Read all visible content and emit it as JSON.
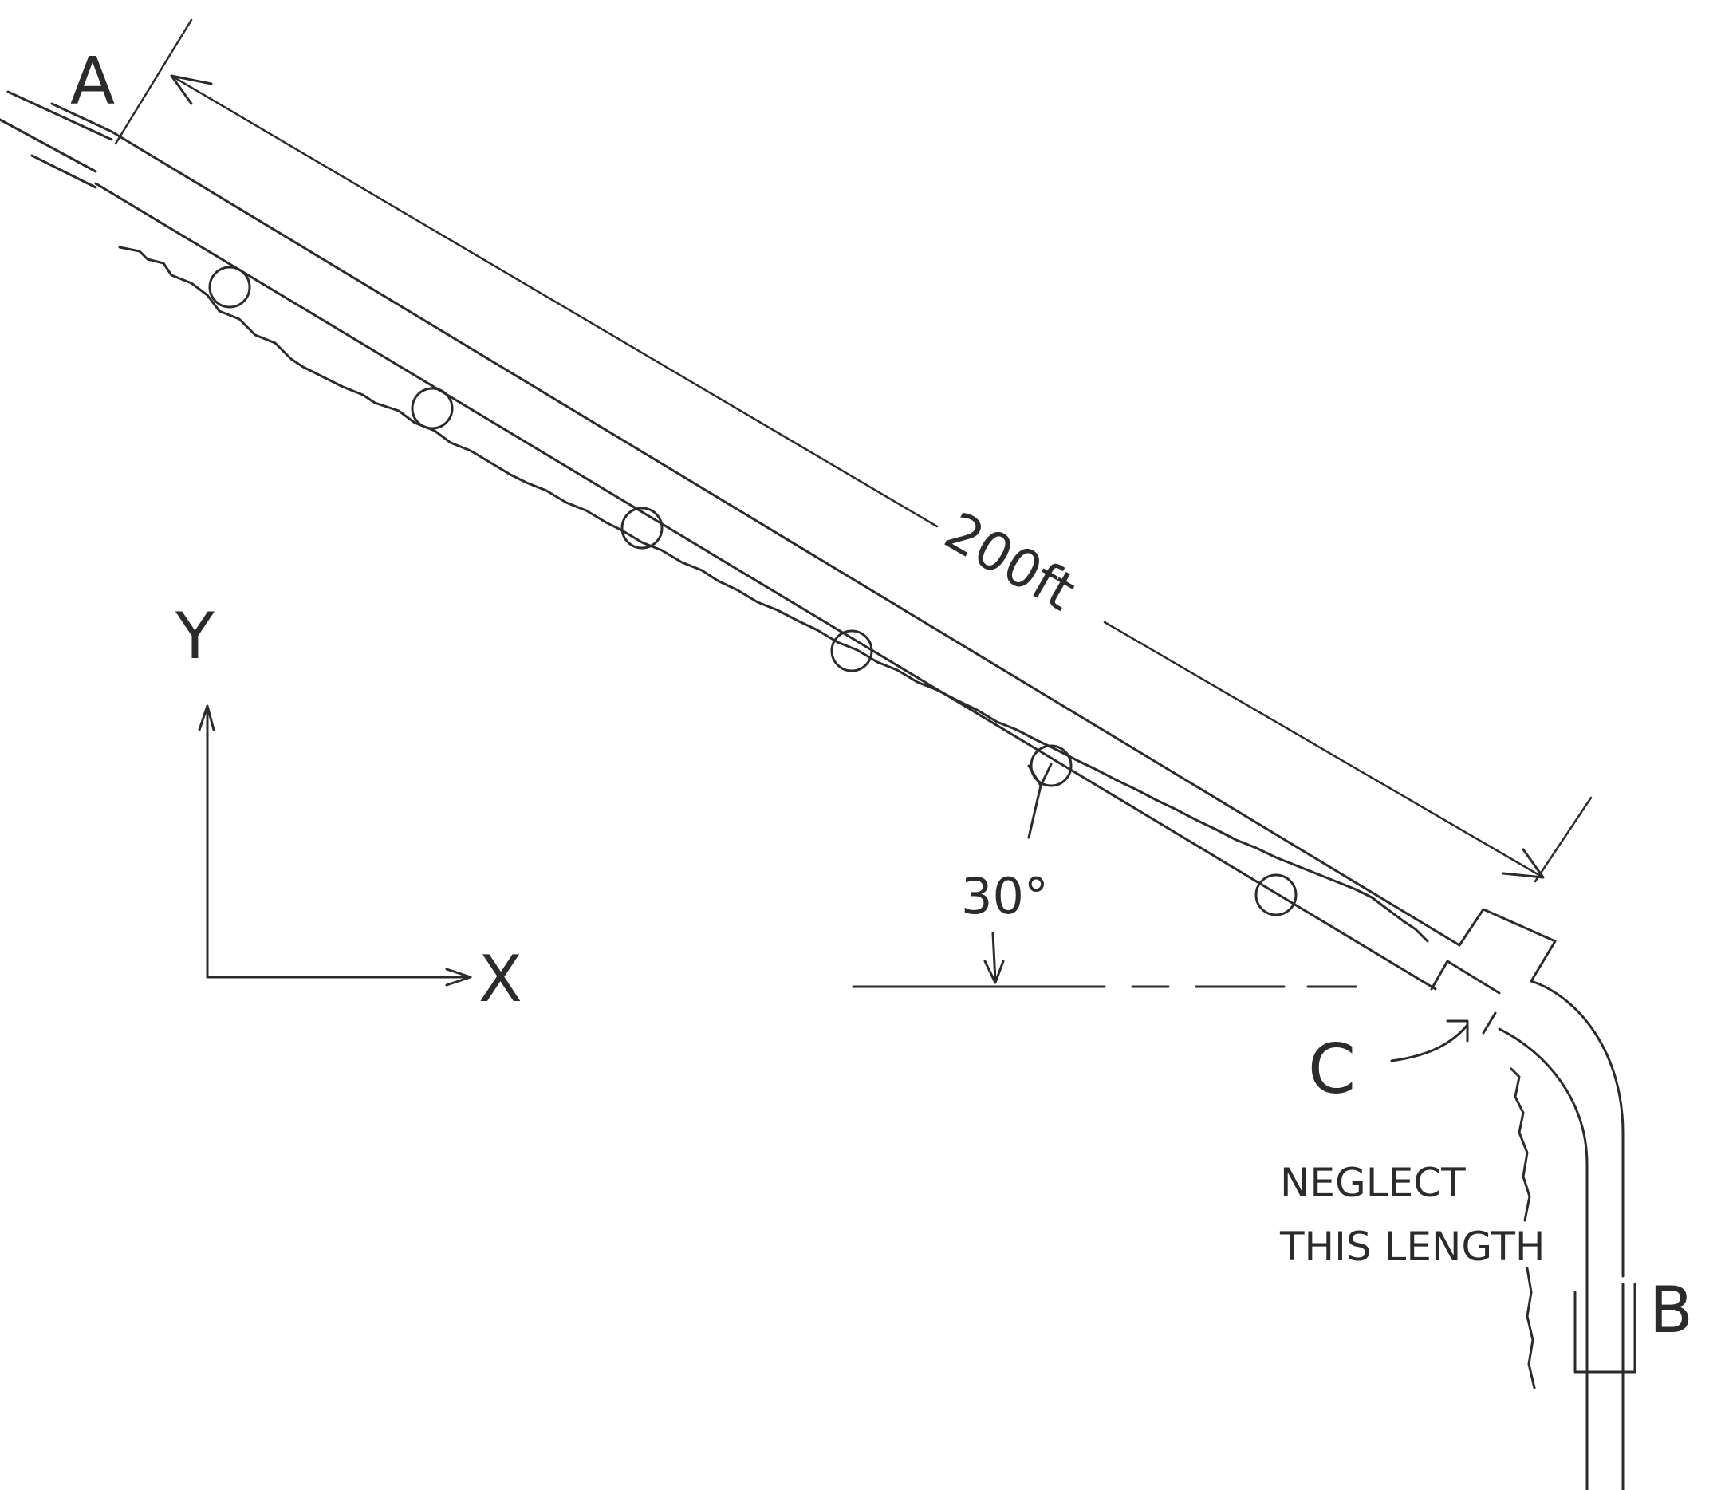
{
  "diagram": {
    "labels": {
      "point_a": "A",
      "point_b": "B",
      "point_c": "C",
      "axis_x": "X",
      "axis_y": "Y",
      "length": "200ft",
      "angle": "30°",
      "note_line1": "NEGLECT",
      "note_line2": "THIS LENGTH"
    },
    "pipe_length_ft": 200,
    "incline_angle_deg": 30,
    "support_rollers": 6,
    "ink_color": "#2b2b2b"
  }
}
